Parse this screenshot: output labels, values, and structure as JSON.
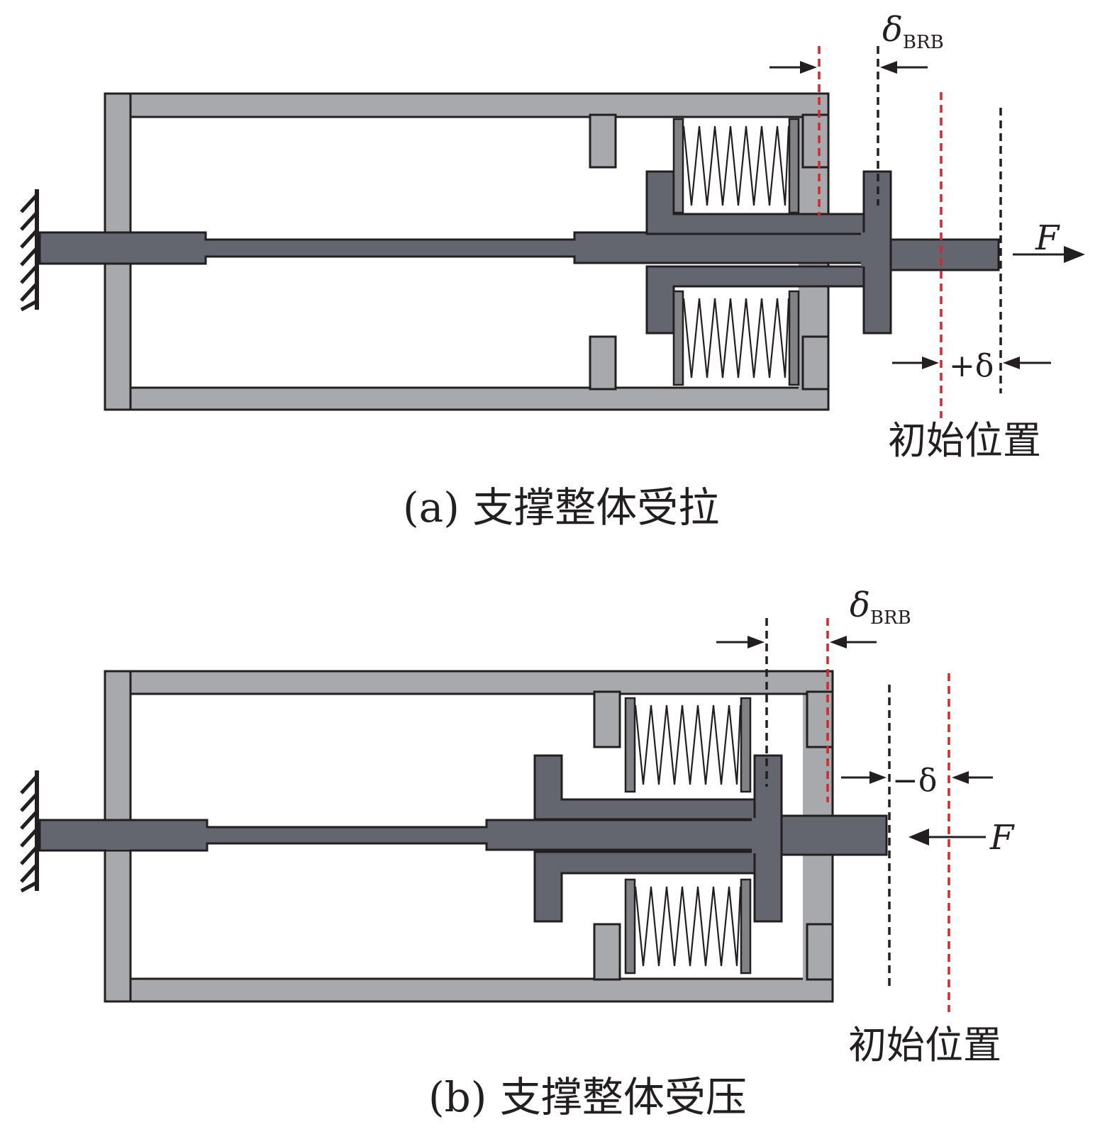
{
  "panels": [
    {
      "id": "a",
      "caption": "(a) 支撑整体受拉",
      "initial_position_label": "初始位置",
      "force_label": "F",
      "delta_brb_symbol": "δ",
      "delta_brb_subscript": "BRB",
      "displacement_label": "+δ"
    },
    {
      "id": "b",
      "caption": "(b) 支撑整体受压",
      "initial_position_label": "初始位置",
      "force_label": "F",
      "delta_brb_symbol": "δ",
      "delta_brb_subscript": "BRB",
      "displacement_label": "−δ"
    }
  ],
  "colors": {
    "casing": "#a7a9ac",
    "core": "#63666f",
    "spring_plate": "#808285",
    "initial_reference_line": "#d7262d",
    "displaced_reference_line": "#231f20",
    "outline": "#231f20"
  }
}
